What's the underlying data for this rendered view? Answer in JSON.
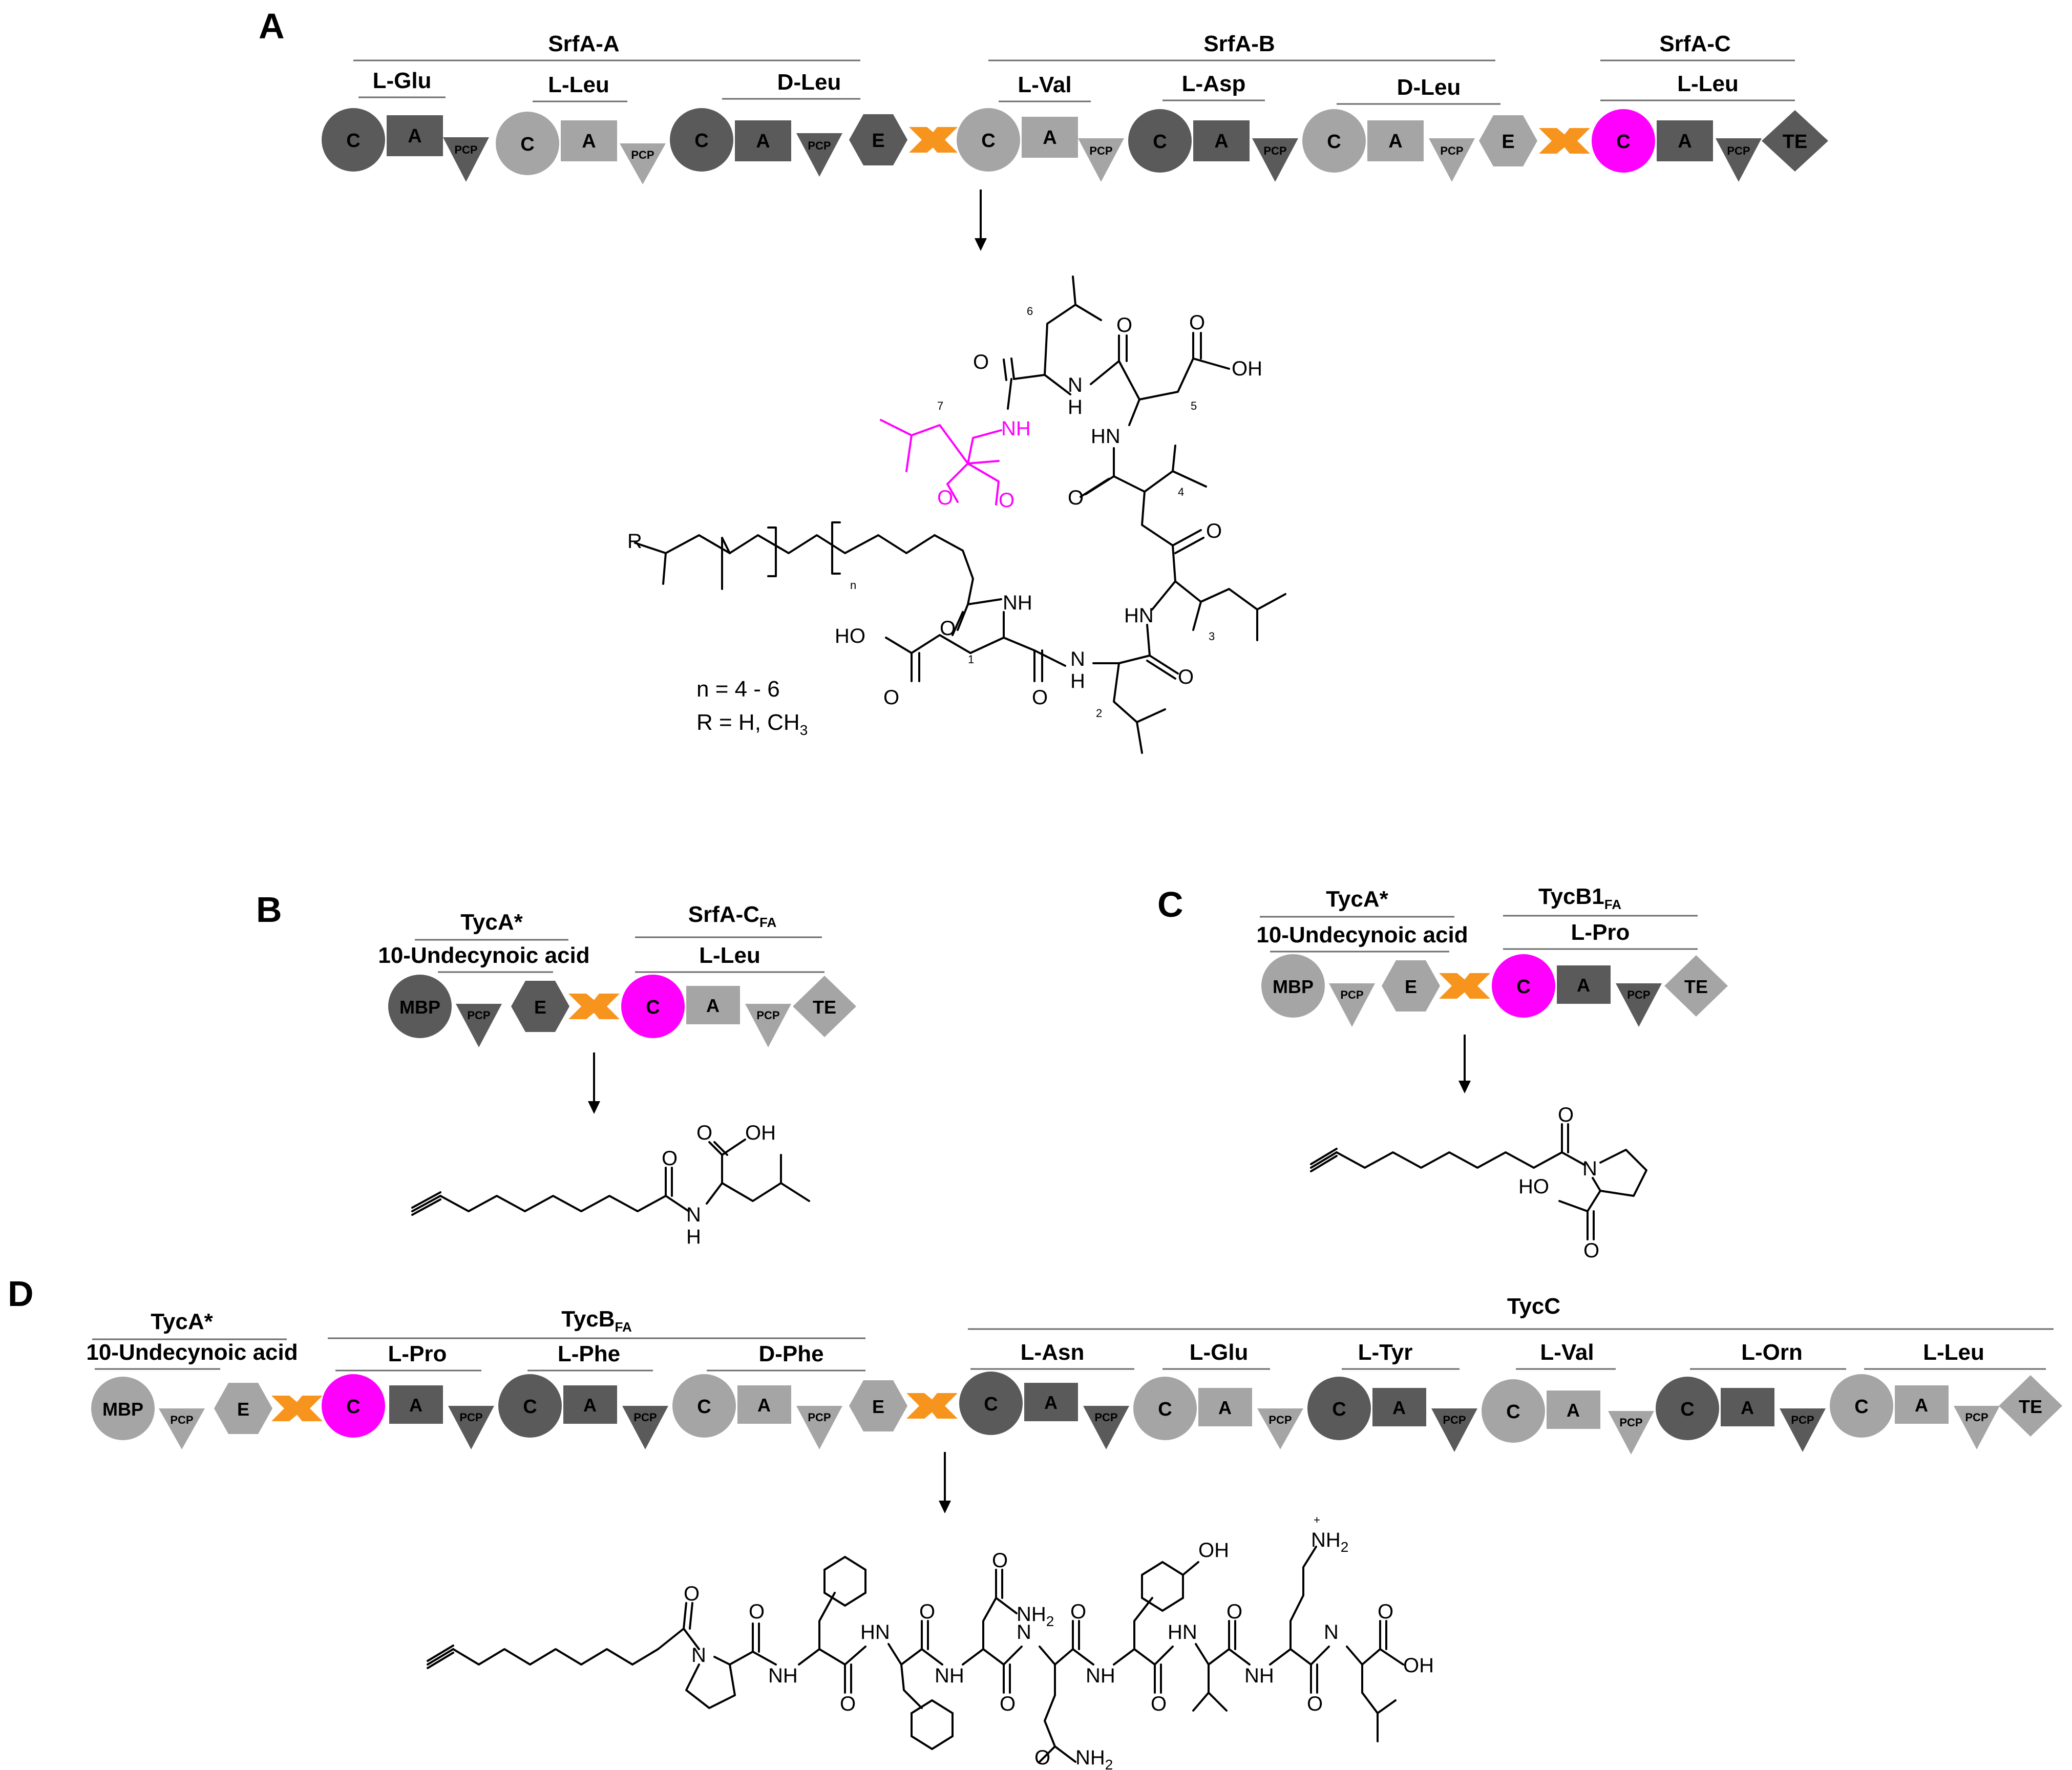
{
  "colors": {
    "dark": "#5a5a5a",
    "mid": "#8c8c8c",
    "light": "#a5a5a5",
    "magenta": "#ff00ff",
    "orange": "#f7941d"
  },
  "panelA": {
    "letter": "A",
    "modules": [
      {
        "name": "SrfA-A",
        "residues": [
          "L-Glu",
          "L-Leu",
          "D-Leu"
        ]
      },
      {
        "name": "SrfA-B",
        "residues": [
          "L-Val",
          "L-Asp",
          "D-Leu"
        ]
      },
      {
        "name": "SrfA-C",
        "residues": [
          "L-Leu"
        ]
      }
    ],
    "notes": {
      "n": "n = 4 - 6",
      "r": "R = H, CH",
      "r_sub": "3"
    }
  },
  "panelB": {
    "letter": "B",
    "tyca": "TycA*",
    "acid": "10-Undecynoic acid",
    "srfac": "SrfA-C",
    "srfac_sub": "FA",
    "residue": "L-Leu"
  },
  "panelC": {
    "letter": "C",
    "tyca": "TycA*",
    "acid": "10-Undecynoic acid",
    "tycb1": "TycB1",
    "tycb1_sub": "FA",
    "residue": "L-Pro"
  },
  "panelD": {
    "letter": "D",
    "tyca": "TycA*",
    "acid": "10-Undecynoic acid",
    "tycb": "TycB",
    "tycb_sub": "FA",
    "tycb_residues": [
      "L-Pro",
      "L-Phe",
      "D-Phe"
    ],
    "tycc": "TycC",
    "tycc_residues": [
      "L-Asn",
      "L-Glu",
      "L-Tyr",
      "L-Val",
      "L-Orn",
      "L-Leu"
    ]
  },
  "domains": {
    "c": "C",
    "a": "A",
    "pcp": "PCP",
    "e": "E",
    "te": "TE",
    "mbp": "MBP"
  },
  "atoms": {
    "o": "O",
    "nh": "NH",
    "hn": "HN",
    "h": "H",
    "n": "N",
    "r": "R",
    "oh": "OH",
    "ho": "HO",
    "nh2": "NH",
    "two": "2",
    "plus": "+",
    "n_sub": "n",
    "num1": "1",
    "num2": "2",
    "num3": "3",
    "num4": "4",
    "num5": "5",
    "num6": "6",
    "num7": "7"
  }
}
